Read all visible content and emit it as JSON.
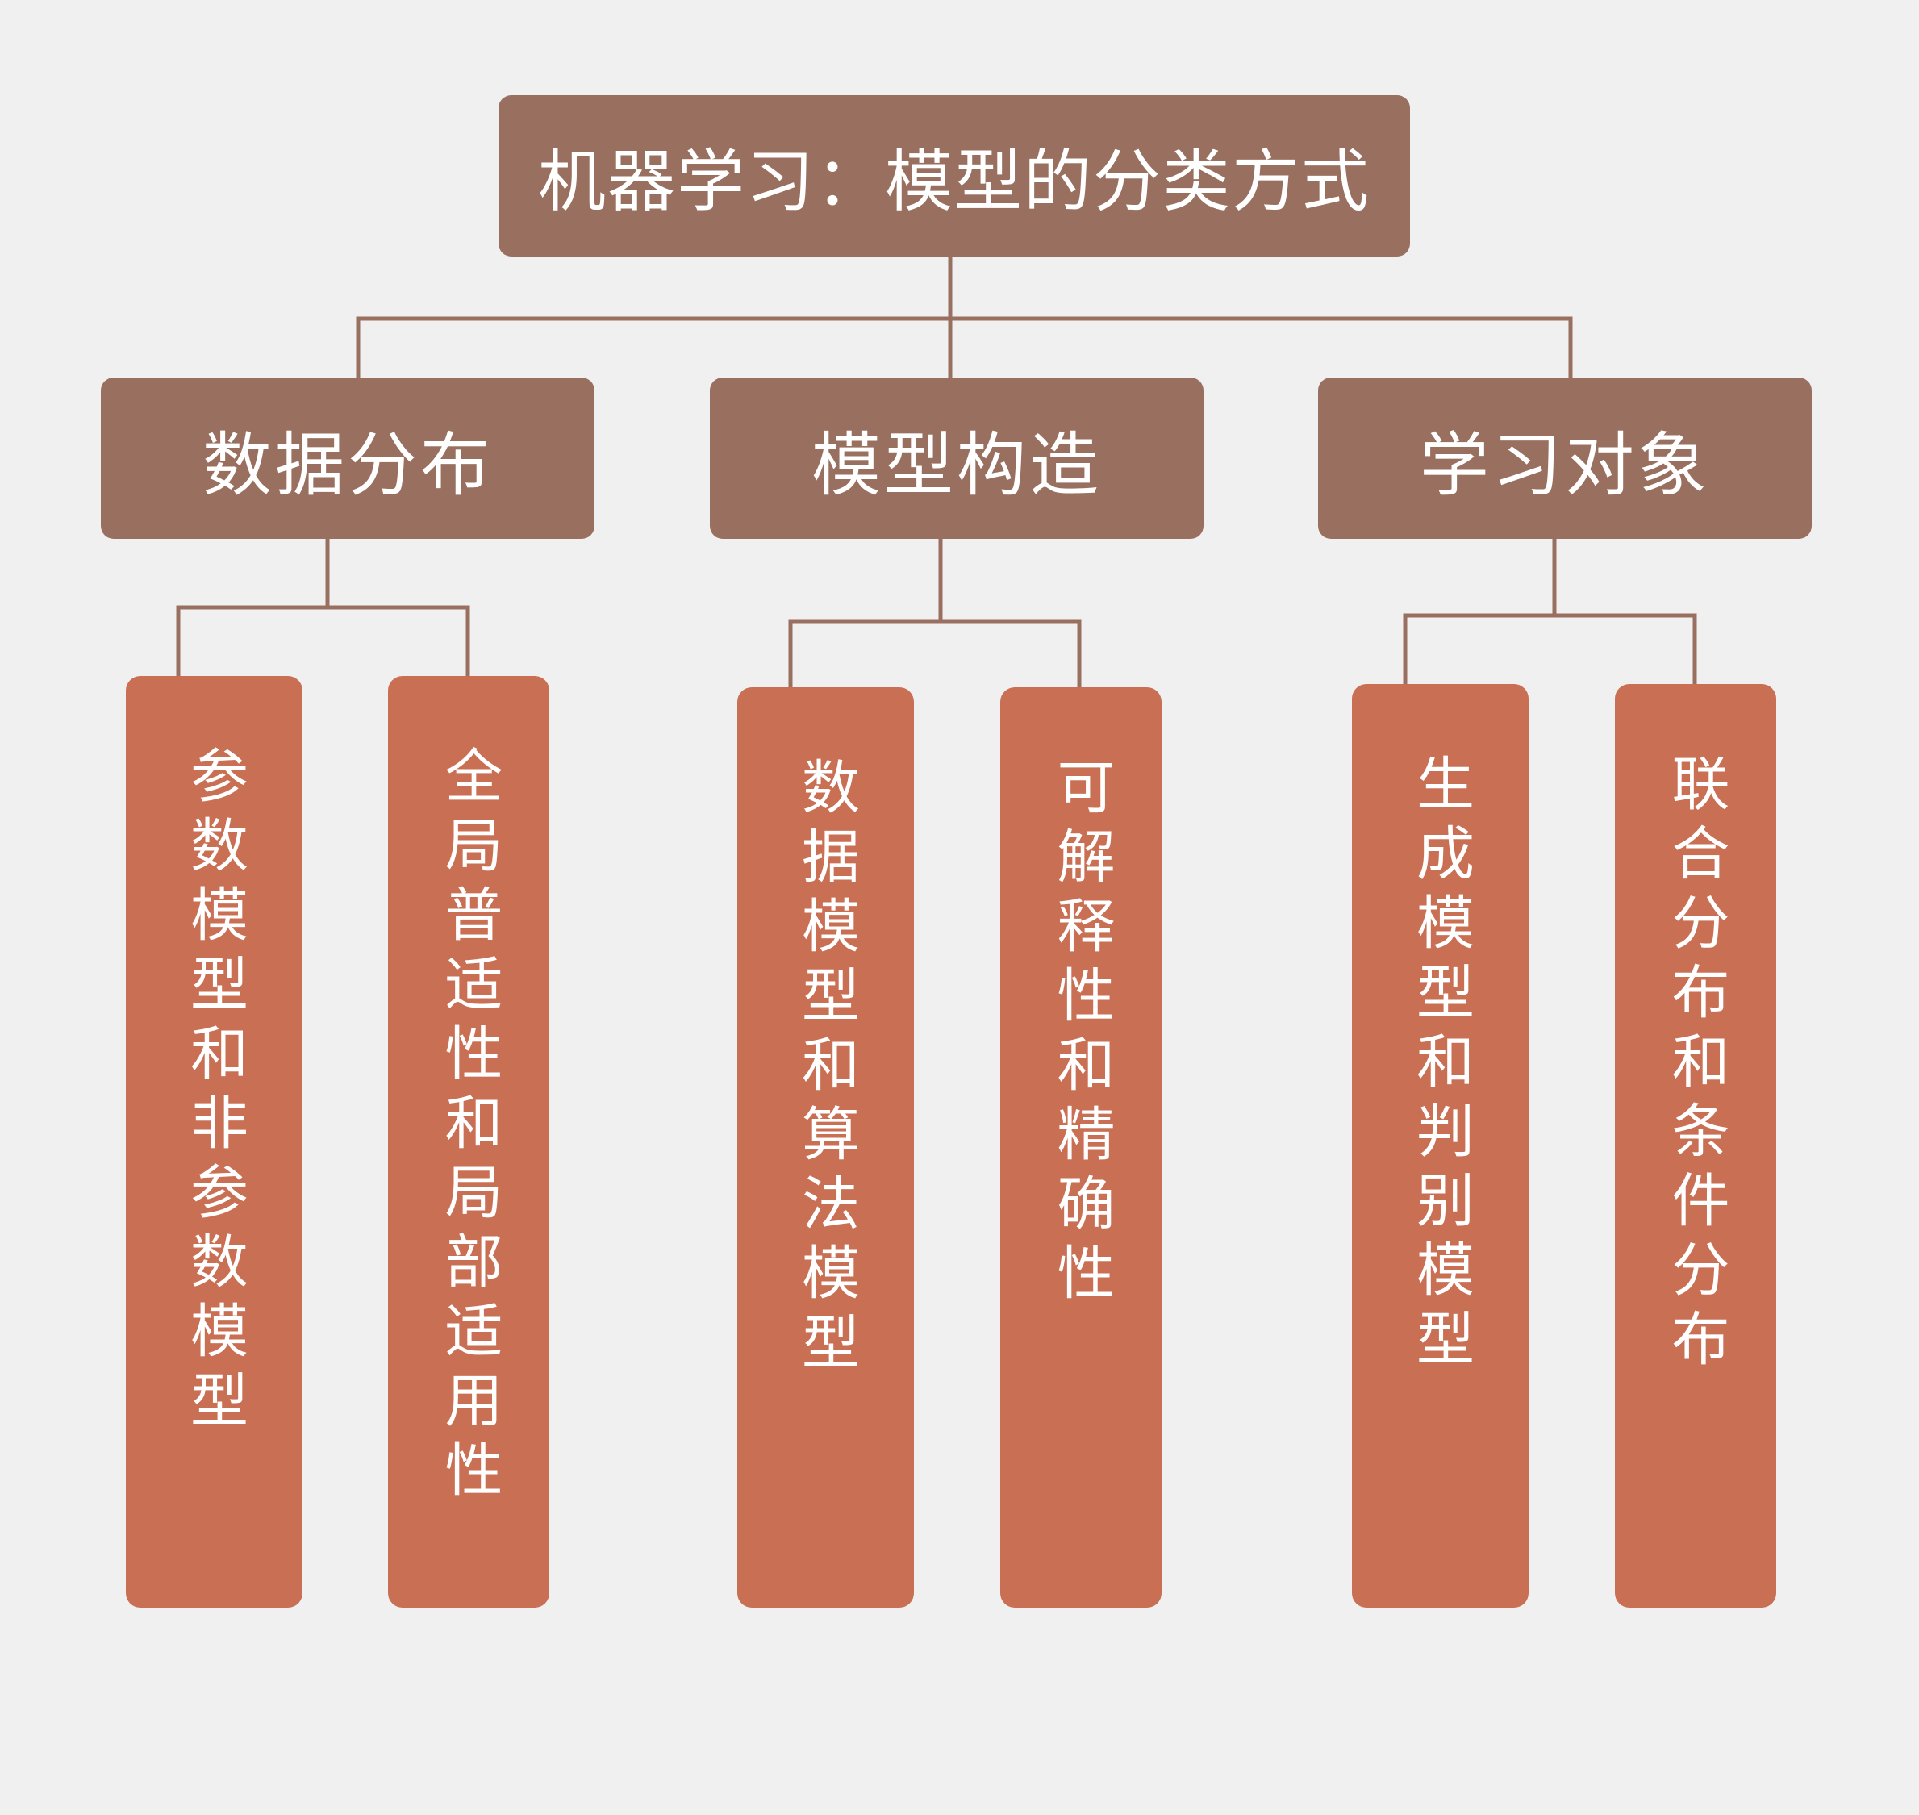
{
  "root": {
    "label": "机器学习：模型的分类方式"
  },
  "categories": [
    {
      "label": "数据分布",
      "children": [
        "参数模型和非参数模型",
        "全局普适性和局部适用性"
      ]
    },
    {
      "label": "模型构造",
      "children": [
        "数据模型和算法模型",
        "可解释性和精确性"
      ]
    },
    {
      "label": "学习对象",
      "children": [
        "生成模型和判别模型",
        "联合分布和条件分布"
      ]
    }
  ],
  "colors": {
    "background": "#f0f0f0",
    "header_fill": "#99705f",
    "leaf_fill": "#c96f53",
    "connector": "#99705f",
    "text": "#ffffff"
  }
}
